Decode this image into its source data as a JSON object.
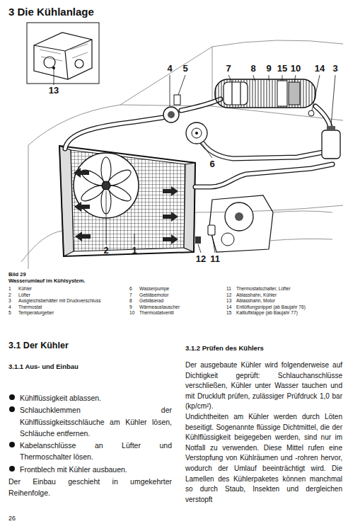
{
  "diagram": {
    "title": "3 Die Kühlanlage",
    "caption": "Bild 29",
    "labels": [
      "13",
      "4",
      "5",
      "7",
      "8",
      "9",
      "15",
      "10",
      "14",
      "3",
      "6",
      "2",
      "1",
      "12",
      "11",
      "Wasserumlauf im Kühlsystem.",
      "1",
      "Kühler",
      "2",
      "Lüfter",
      "3",
      "Ausgleichsbehälter mit Druckverschluss",
      "4",
      "Thermostat",
      "5",
      "Temperaturgeber",
      "6",
      "Wasserpumpe",
      "7",
      "Gebläsemotor",
      "8",
      "Gebläserad",
      "9",
      "Wärmeaustauscher",
      "10",
      "Thermostatventil",
      "11",
      "Thermostatschalter, Lüfter",
      "12",
      "Ablasshahn, Kühler",
      "13",
      "Ablasshahn, Motor",
      "14",
      "Entlüftungsnippel (ab Baujahr 76)",
      "15",
      "Kaltluftklappe (ab Baujahr 77)",
      "3.1 Der Kühler",
      "3.1.1 Aus- und Einbau",
      "Kühlflüssigkeit ablassen.",
      "Schlauchklemmen der Kühlflüssigkeitsschläuche am Kühler lösen, Schläuche entfernen.",
      "Kabelanschlüsse an Lüfter und Thermoschalter lösen.",
      "Frontblech mit Kühler ausbauen.",
      "Der Einbau geschieht in umgekehrter Reihenfolge.",
      "3.1.2 Prüfen des Kühlers",
      "Der ausgebaute Kühler wird folgenderweise auf Dichtigkeit geprüft: Schlauchanschlüsse verschließen, Kühler unter Wasser tauchen und mit Druckluft prüfen, zulässiger Prüfdruck 1,0 bar (kp/cm²).",
      "Undichtheiten am Kühler werden durch Löten beseitigt. Sogenannte flüssige Dichtmittel, die der Kühlflüssigkeit beigegeben werden, sind nur im Notfall zu verwenden. Diese Mittel rufen eine Verstopfung von Kühlräumen und -rohren hervor, wodurch der Umlauf beeinträchtigt wird. Die Lamellen des Kühlerpaketes können manchmal so durch Staub, Insekten und dergleichen verstopft",
      "26"
    ]
  }
}
